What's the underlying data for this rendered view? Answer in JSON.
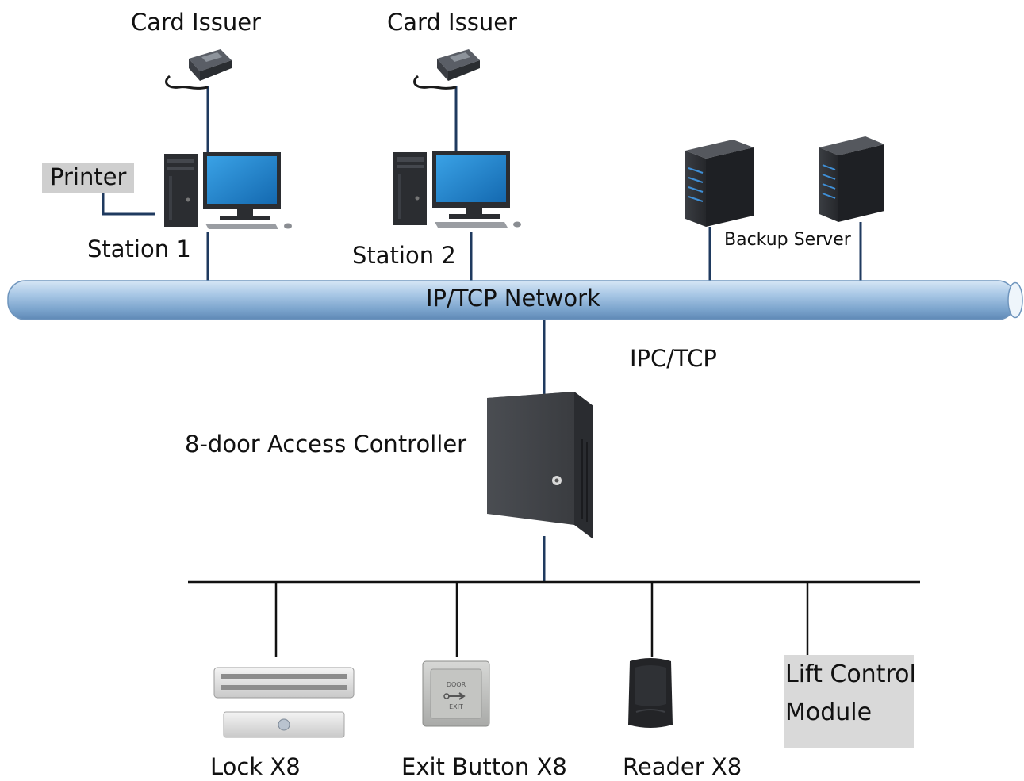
{
  "labels": {
    "card_issuer_1": "Card Issuer",
    "card_issuer_2": "Card Issuer",
    "printer": "Printer",
    "station_1": "Station 1",
    "station_2": "Station 2",
    "backup_server": "Backup Server",
    "network": "IP/TCP Network",
    "ipc_tcp": "IPC/TCP",
    "controller": "8-door Access Controller",
    "lock": "Lock X8",
    "exit_button": "Exit Button X8",
    "reader": "Reader X8",
    "lift_line1": "Lift Control",
    "lift_line2": "Module"
  },
  "device_text": {
    "button_top": "DOOR",
    "button_bottom": "EXIT"
  },
  "colors": {
    "network_pipe": "#8fb4d8",
    "connector_line": "#1f3a5f",
    "bus_line": "#111111",
    "monitor_screen": "#1c7fc8",
    "device_dark": "#2f3236",
    "label_box": "#cfcfcf"
  }
}
